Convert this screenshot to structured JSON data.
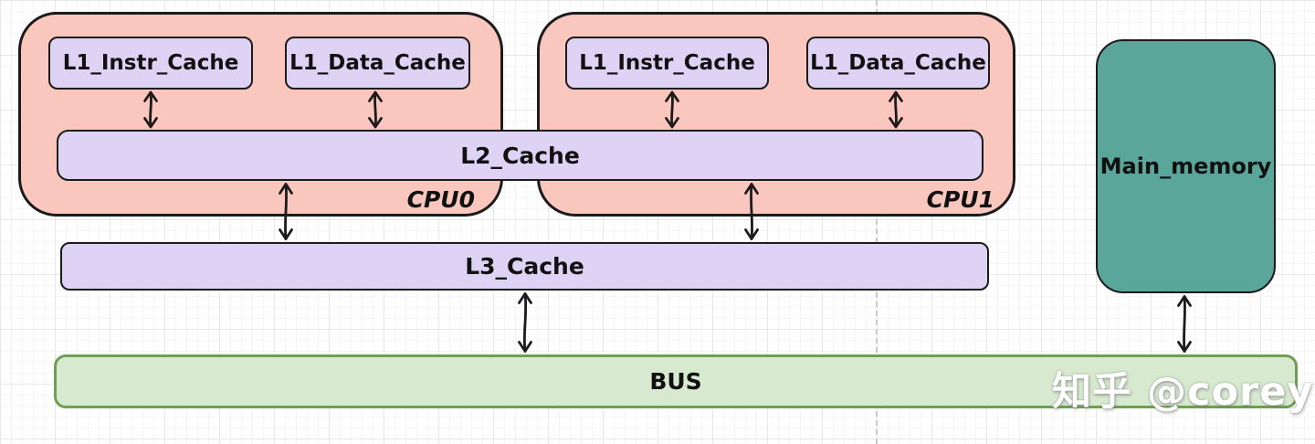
{
  "diagram": {
    "cpus": [
      {
        "label": "CPU0",
        "l1_instr_label": "L1_Instr_Cache",
        "l1_data_label": "L1_Data_Cache"
      },
      {
        "label": "CPU1",
        "l1_instr_label": "L1_Instr_Cache",
        "l1_data_label": "L1_Data_Cache"
      }
    ],
    "l2_cache_label": "L2_Cache",
    "l3_cache_label": "L3_Cache",
    "bus_label": "BUS",
    "main_memory_label": "Main_memory",
    "watermark": "知乎 @corey",
    "colors": {
      "cpu_fill": "#fac7bf",
      "cache_fill": "#ded3f5",
      "bus_fill": "#d7e9cf",
      "bus_border": "#6f9e55",
      "memory_fill": "#5ba69a",
      "outline": "#1b1b1b",
      "watermark_text": "#ffffff"
    },
    "connections": [
      {
        "from": "CPU0.L1_Instr_Cache",
        "to": "L2_Cache",
        "bidirectional": true
      },
      {
        "from": "CPU0.L1_Data_Cache",
        "to": "L2_Cache",
        "bidirectional": true
      },
      {
        "from": "CPU1.L1_Instr_Cache",
        "to": "L2_Cache",
        "bidirectional": true
      },
      {
        "from": "CPU1.L1_Data_Cache",
        "to": "L2_Cache",
        "bidirectional": true
      },
      {
        "from": "L2_Cache(CPU0)",
        "to": "L3_Cache",
        "bidirectional": true
      },
      {
        "from": "L2_Cache(CPU1)",
        "to": "L3_Cache",
        "bidirectional": true
      },
      {
        "from": "L3_Cache",
        "to": "BUS",
        "bidirectional": true
      },
      {
        "from": "Main_memory",
        "to": "BUS",
        "bidirectional": true
      }
    ]
  }
}
